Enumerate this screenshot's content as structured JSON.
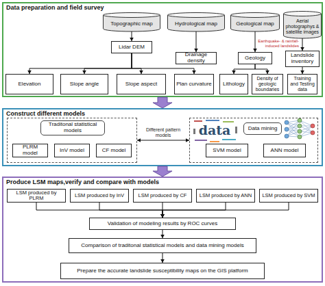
{
  "diagram": {
    "nodes": [
      {
        "text": [
          "Data preparation and field survey"
        ]
      },
      {
        "text": [
          "Topographic map"
        ],
        "in": 0
      },
      {
        "text": [
          "Hydrological map"
        ],
        "in": 0
      },
      {
        "text": [
          "Geological map"
        ],
        "in": 0
      },
      {
        "text": [
          "Aerial photographys & satellite images"
        ],
        "in": 0
      },
      {
        "text": [
          "Lidar DEM"
        ],
        "in": 0
      },
      {
        "text": [
          "Drainage density"
        ],
        "in": 0
      },
      {
        "text": [
          "Geology"
        ],
        "in": 0
      },
      {
        "text": [
          "Landslide inventory"
        ],
        "in": 0
      },
      {
        "text": [
          "Elevation"
        ],
        "in": 0
      },
      {
        "text": [
          "Slope angle"
        ],
        "in": 0
      },
      {
        "text": [
          "Slope aspect"
        ],
        "in": 0
      },
      {
        "text": [
          "Plan curvature"
        ],
        "in": 0
      },
      {
        "text": [
          "Lithology"
        ],
        "in": 0
      },
      {
        "text": [
          "Density of geologic boundaries"
        ],
        "in": 0
      },
      {
        "text": [
          "Training and Testing data"
        ],
        "in": 0
      },
      {
        "text": [
          "Construct different models"
        ]
      },
      {
        "text": [
          "Traditonal statistical models"
        ],
        "in": 16
      },
      {
        "text": [
          "PLRM model"
        ],
        "in": 17
      },
      {
        "text": [
          "InV model"
        ],
        "in": 17
      },
      {
        "text": [
          "CF model"
        ],
        "in": 17
      },
      {
        "text": [
          "Data mining"
        ],
        "in": 16
      },
      {
        "text": [
          "SVM model"
        ],
        "in": 21
      },
      {
        "text": [
          "ANN model"
        ],
        "in": 21
      },
      {
        "text": [
          "Produce LSM maps,verify and compare with models"
        ]
      },
      {
        "text": [
          "LSM produced by PLRM"
        ],
        "in": 24
      },
      {
        "text": [
          "LSM produced by InV"
        ],
        "in": 24
      },
      {
        "text": [
          "LSM produced by CF"
        ],
        "in": 24
      },
      {
        "text": [
          "LSM produced by ANN"
        ],
        "in": 24
      },
      {
        "text": [
          "LSM produced by SVM"
        ],
        "in": 24
      },
      {
        "text": [
          "Validation of modeling results by ROC curves"
        ],
        "in": 24
      },
      {
        "text": [
          "Comparison of traditonal statistical models and data mining models"
        ],
        "in": 24
      },
      {
        "text": [
          "Prepare the accurate landslide susceptibility maps on the GIS platform"
        ],
        "in": 24
      }
    ],
    "edges": [
      {
        "from": 1,
        "to": 5,
        "arrow": "to"
      },
      {
        "from": 2,
        "to": 6,
        "arrow": "to"
      },
      {
        "from": 3,
        "to": 7,
        "arrow": "to"
      },
      {
        "from": 4,
        "to": 8,
        "label": "Earthquake- & rainfall-induced landslides",
        "arrow": "to"
      },
      {
        "from": 5,
        "to": 9,
        "arrow": "to"
      },
      {
        "from": 5,
        "to": 10,
        "arrow": "to"
      },
      {
        "from": 5,
        "to": 11,
        "arrow": "to"
      },
      {
        "from": 5,
        "to": 12,
        "arrow": "to"
      },
      {
        "from": 7,
        "to": 13,
        "arrow": "to"
      },
      {
        "from": 7,
        "to": 14,
        "arrow": "to"
      },
      {
        "from": 8,
        "to": 15,
        "arrow": "to"
      },
      {
        "from": 0,
        "to": 16,
        "arrow": "to"
      },
      {
        "from": 17,
        "to": 21,
        "label": "Different pattern models",
        "arrow": "both"
      },
      {
        "from": 16,
        "to": 24,
        "arrow": "to"
      },
      {
        "from": 25,
        "to": 30,
        "arrow": "to"
      },
      {
        "from": 26,
        "to": 30,
        "arrow": "to"
      },
      {
        "from": 27,
        "to": 30,
        "arrow": "to"
      },
      {
        "from": 28,
        "to": 30,
        "arrow": "to"
      },
      {
        "from": 29,
        "to": 30,
        "arrow": "to"
      },
      {
        "from": 30,
        "to": 31,
        "arrow": "to"
      },
      {
        "from": 31,
        "to": 32,
        "arrow": "to"
      }
    ],
    "labels": [
      "data"
    ]
  }
}
